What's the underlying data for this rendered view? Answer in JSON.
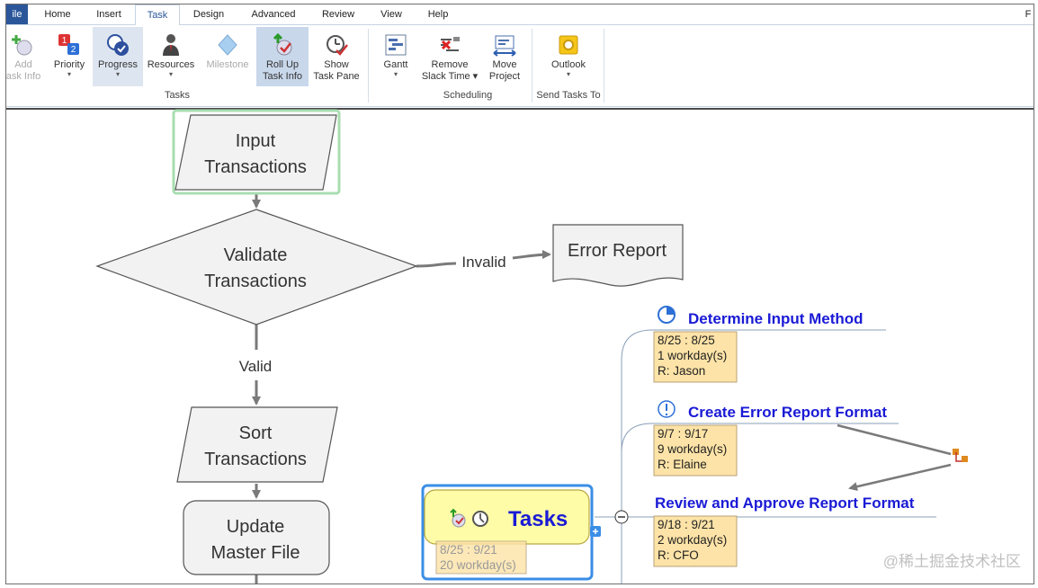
{
  "ribbon": {
    "tabs": [
      "ile",
      "Home",
      "Insert",
      "Task",
      "Design",
      "Advanced",
      "Review",
      "View",
      "Help"
    ],
    "corner_letter": "F",
    "buttons": {
      "add_task_info": [
        "Add",
        "ask Info"
      ],
      "priority": "Priority",
      "progress": "Progress",
      "resources": "Resources",
      "milestone": "Milestone",
      "roll_up": [
        "Roll Up",
        "Task Info"
      ],
      "show_task_pane": [
        "Show",
        "Task Pane"
      ],
      "gantt": "Gantt",
      "remove_slack": [
        "Remove",
        "Slack Time"
      ],
      "move_project": [
        "Move",
        "Project"
      ],
      "outlook": "Outlook"
    },
    "groups": {
      "tasks": "Tasks",
      "scheduling": "Scheduling",
      "send_tasks_to": "Send Tasks To"
    }
  },
  "flowchart": {
    "input_transactions": [
      "Input",
      "Transactions"
    ],
    "validate_transactions": [
      "Validate",
      "Transactions"
    ],
    "invalid_label": "Invalid",
    "error_report": "Error Report",
    "valid_label": "Valid",
    "sort_transactions": [
      "Sort",
      "Transactions"
    ],
    "update_master_file": [
      "Update",
      "Master File"
    ]
  },
  "mindmap": {
    "root": {
      "title": "Tasks",
      "dates": "8/25 : 9/21",
      "duration": "20 workday(s)"
    },
    "tasks": [
      {
        "title": "Determine Input Method",
        "dates": "8/25 : 8/25",
        "duration": "1 workday(s)",
        "resource": "R: Jason"
      },
      {
        "title": "Create Error Report Format",
        "dates": "9/7 : 9/17",
        "duration": "9 workday(s)",
        "resource": "R: Elaine"
      },
      {
        "title": "Review and Approve Report Format",
        "dates": "9/18 : 9/21",
        "duration": "2 workday(s)",
        "resource": "R: CFO"
      }
    ]
  },
  "watermark": "@稀土掘金技术社区",
  "colors": {
    "accent": "#2b579a",
    "task_title": "#1a1ad6",
    "note_fill": "#fde3a7",
    "root_fill": "#fffca8",
    "selection": "#3a8ee6",
    "start_border": "#a8ddb0"
  }
}
